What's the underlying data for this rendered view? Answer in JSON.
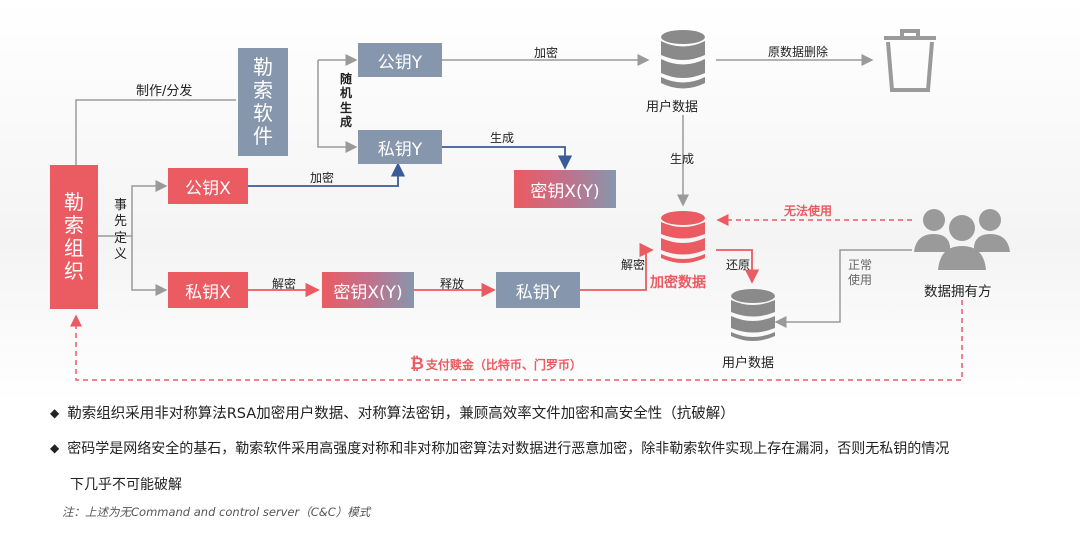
{
  "nodes": {
    "ransom_org": "勒索组织",
    "ransomware": "勒索软件",
    "public_y": "公钥Y",
    "private_y": "私钥Y",
    "public_x": "公钥X",
    "private_x": "私钥X",
    "key_xy_top": "密钥X(Y)",
    "key_xy_mid": "密钥X(Y)",
    "private_y2": "私钥Y",
    "user_data_top": "用户数据",
    "encrypted_data": "加密数据",
    "user_data_bottom": "用户数据",
    "data_owner": "数据拥有方"
  },
  "labels": {
    "make_distribute": "制作/分发",
    "random_gen": "随机生成",
    "predefined": "事先定义",
    "encrypt_top": "加密",
    "orig_delete": "原数据删除",
    "generate_top": "生成",
    "encrypt_mid": "加密",
    "generate_right": "生成",
    "cannot_use": "无法使用",
    "decrypt_bottom": "解密",
    "release": "释放",
    "decrypt_right": "解密",
    "restore": "还原",
    "normal_use": "正常使用",
    "pay_ransom": "支付赎金（比特币、门罗币）"
  },
  "bullets": [
    "勒索组织采用非对称算法RSA加密用户数据、对称算法密钥，兼顾高效率文件加密和高安全性（抗破解）",
    "密码学是网络安全的基石，勒索软件采用高强度对称和非对称加密算法对数据进行恶意加密，除非勒索软件实现上存在漏洞，否则无私钥的情况",
    "下几乎不可能破解"
  ],
  "bullet_marker": "◆",
  "note": "注：上述为无Command and control server（C&C）模式",
  "colors": {
    "red": "#ea5b62",
    "blue": "#8696ad",
    "navy": "#3a5a9a",
    "gray": "#9a9a9a",
    "db_gray": "#8a8a8a"
  },
  "icons": [
    "database-icon",
    "trash-icon",
    "users-icon",
    "bitcoin-icon"
  ]
}
